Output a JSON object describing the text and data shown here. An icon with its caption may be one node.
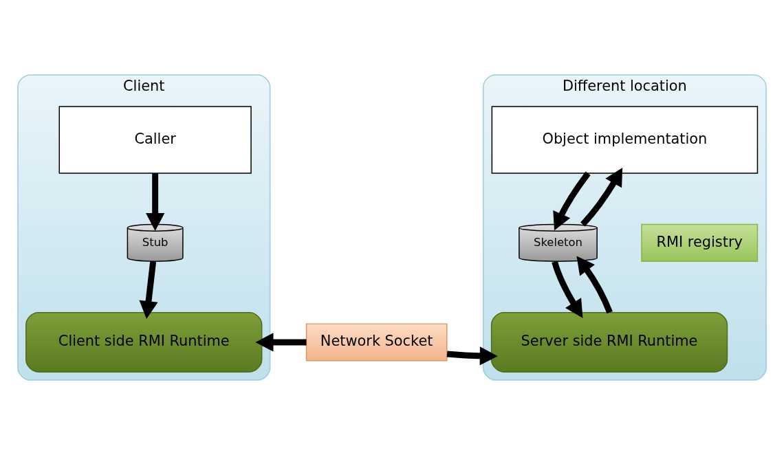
{
  "diagram": {
    "nodes": [
      {
        "text": [
          "Client"
        ]
      },
      {
        "text": [
          "Caller"
        ],
        "in": 0
      },
      {
        "text": [
          "Stub"
        ],
        "in": 0
      },
      {
        "text": [
          "Client side RMI Runtime"
        ],
        "in": 0
      },
      {
        "text": [
          "Different location"
        ]
      },
      {
        "text": [
          "Object implementation"
        ],
        "in": 4
      },
      {
        "text": [
          "Skeleton"
        ],
        "in": 4
      },
      {
        "text": [
          "RMI registry"
        ],
        "in": 4
      },
      {
        "text": [
          "Server side RMI Runtime"
        ],
        "in": 4
      },
      {
        "text": [
          "Network Socket"
        ]
      }
    ],
    "edges": [
      {
        "from": 1,
        "to": 2,
        "arrow": "to"
      },
      {
        "from": 2,
        "to": 3,
        "arrow": "to"
      },
      {
        "from": 6,
        "to": 5,
        "arrow": "to"
      },
      {
        "from": 5,
        "to": 6,
        "arrow": "to"
      },
      {
        "from": 8,
        "to": 6,
        "arrow": "to"
      },
      {
        "from": 6,
        "to": 8,
        "arrow": "to"
      },
      {
        "from": 9,
        "to": 3,
        "arrow": "to"
      },
      {
        "from": 9,
        "to": 8,
        "arrow": "to"
      }
    ]
  }
}
